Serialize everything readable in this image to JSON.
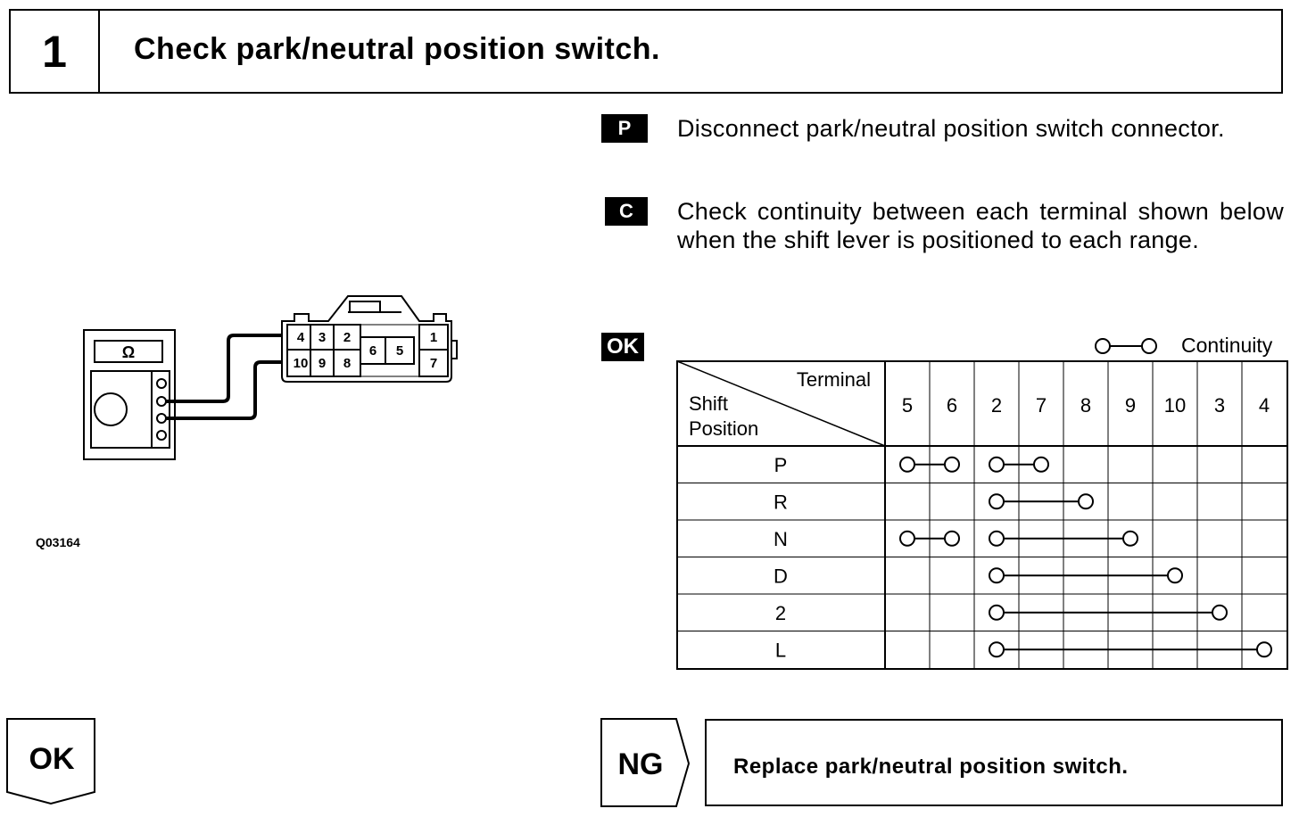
{
  "header": {
    "step_number": "1",
    "title": "Check park/neutral position switch."
  },
  "steps": [
    {
      "marker": "P",
      "text": "Disconnect park/neutral position switch connector."
    },
    {
      "marker": "C",
      "text": "Check continuity between each terminal shown below when the shift lever is positioned to each range."
    }
  ],
  "ok_marker": "OK",
  "diagram": {
    "meter_symbol": "Ω",
    "connector_terminals": [
      "4",
      "3",
      "2",
      "6",
      "5",
      "1",
      "10",
      "9",
      "8",
      "7"
    ],
    "figure_code": "Q03164"
  },
  "legend": {
    "label": "Continuity"
  },
  "table": {
    "corner_top": "Terminal",
    "corner_left_line1": "Shift",
    "corner_left_line2": "Position",
    "terminals": [
      "5",
      "6",
      "2",
      "7",
      "8",
      "9",
      "10",
      "3",
      "4"
    ],
    "rows": [
      {
        "position": "P",
        "groups": [
          [
            "5",
            "6"
          ],
          [
            "2",
            "7"
          ]
        ]
      },
      {
        "position": "R",
        "groups": [
          [
            "2",
            "8"
          ]
        ]
      },
      {
        "position": "N",
        "groups": [
          [
            "5",
            "6"
          ],
          [
            "2",
            "9"
          ]
        ]
      },
      {
        "position": "D",
        "groups": [
          [
            "2",
            "10"
          ]
        ]
      },
      {
        "position": "2",
        "groups": [
          [
            "2",
            "3"
          ]
        ]
      },
      {
        "position": "L",
        "groups": [
          [
            "2",
            "4"
          ]
        ]
      }
    ]
  },
  "results": {
    "ok_label": "OK",
    "ng_label": "NG",
    "ng_action": "Replace park/neutral position switch."
  }
}
